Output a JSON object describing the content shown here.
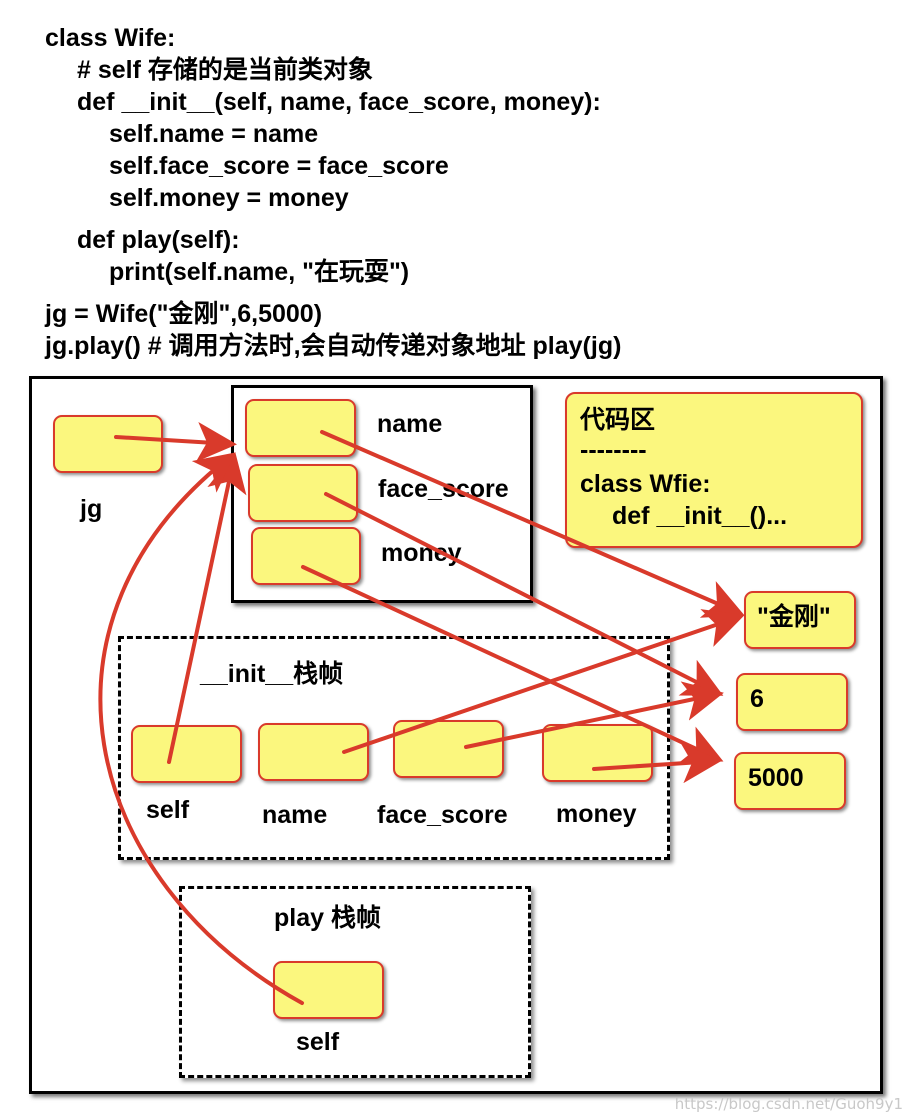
{
  "code": {
    "lines": [
      "class Wife:",
      "# self 存储的是当前类对象",
      "def __init__(self, name, face_score, money):",
      "self.name = name",
      "self.face_score = face_score",
      "self.money = money",
      "def play(self):",
      "print(self.name, \"在玩耍\")",
      "jg = Wife(\"金刚\",6,5000)",
      "jg.play() # 调用方法时,会自动传递对象地址 play(jg)"
    ]
  },
  "diagram": {
    "jg_label": "jg",
    "object_fields": [
      "name",
      "face_score",
      "money"
    ],
    "code_area": {
      "title": "代码区",
      "divider": "--------",
      "line1": "class Wfie:",
      "line2": "def __init__()..."
    },
    "values": [
      "\"金刚\"",
      "6",
      "5000"
    ],
    "init_frame": {
      "title": "__init__栈帧",
      "params": [
        "self",
        "name",
        "face_score",
        "money"
      ]
    },
    "play_frame": {
      "title": "play 栈帧",
      "param": "self"
    }
  },
  "watermark": "https://blog.csdn.net/Guoh9y1",
  "colors": {
    "cell_fill": "#fbf77e",
    "cell_border": "#d93a2b",
    "arrow": "#d93a2b"
  }
}
